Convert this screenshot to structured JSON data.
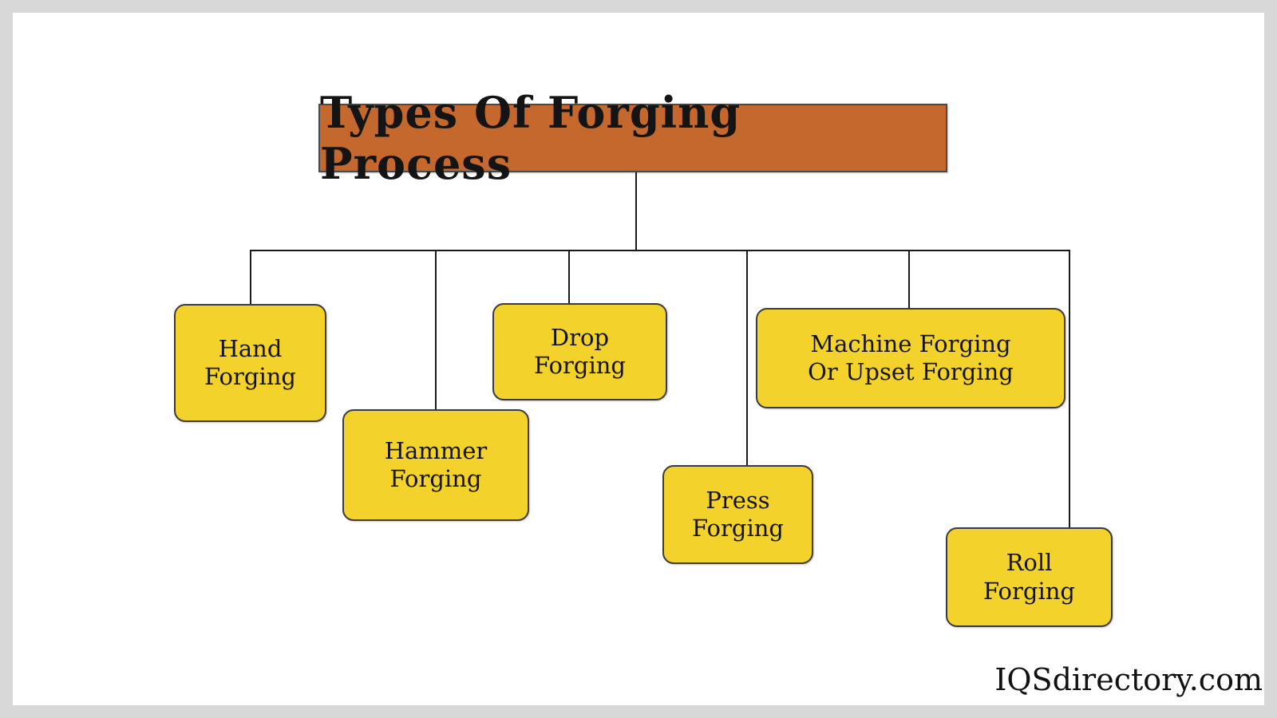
{
  "page": {
    "colors": {
      "title_fill": "#C4682E",
      "node_fill": "#F4D22C",
      "line": "#1A1A1A",
      "frame": "#D8D8D8",
      "text": "#141414"
    },
    "title_box": {
      "label": "Types Of Forging Process"
    },
    "nodes": [
      {
        "id": "hand-forging",
        "lines": [
          "Hand",
          "Forging"
        ]
      },
      {
        "id": "hammer-forging",
        "lines": [
          "Hammer",
          "Forging"
        ]
      },
      {
        "id": "drop-forging",
        "lines": [
          "Drop",
          "Forging"
        ]
      },
      {
        "id": "press-forging",
        "lines": [
          "Press",
          "Forging"
        ]
      },
      {
        "id": "machine-forging",
        "lines": [
          "Machine Forging",
          "Or Upset Forging"
        ]
      },
      {
        "id": "roll-forging",
        "lines": [
          "Roll",
          "Forging"
        ]
      }
    ],
    "watermark": "IQSdirectory.com"
  }
}
